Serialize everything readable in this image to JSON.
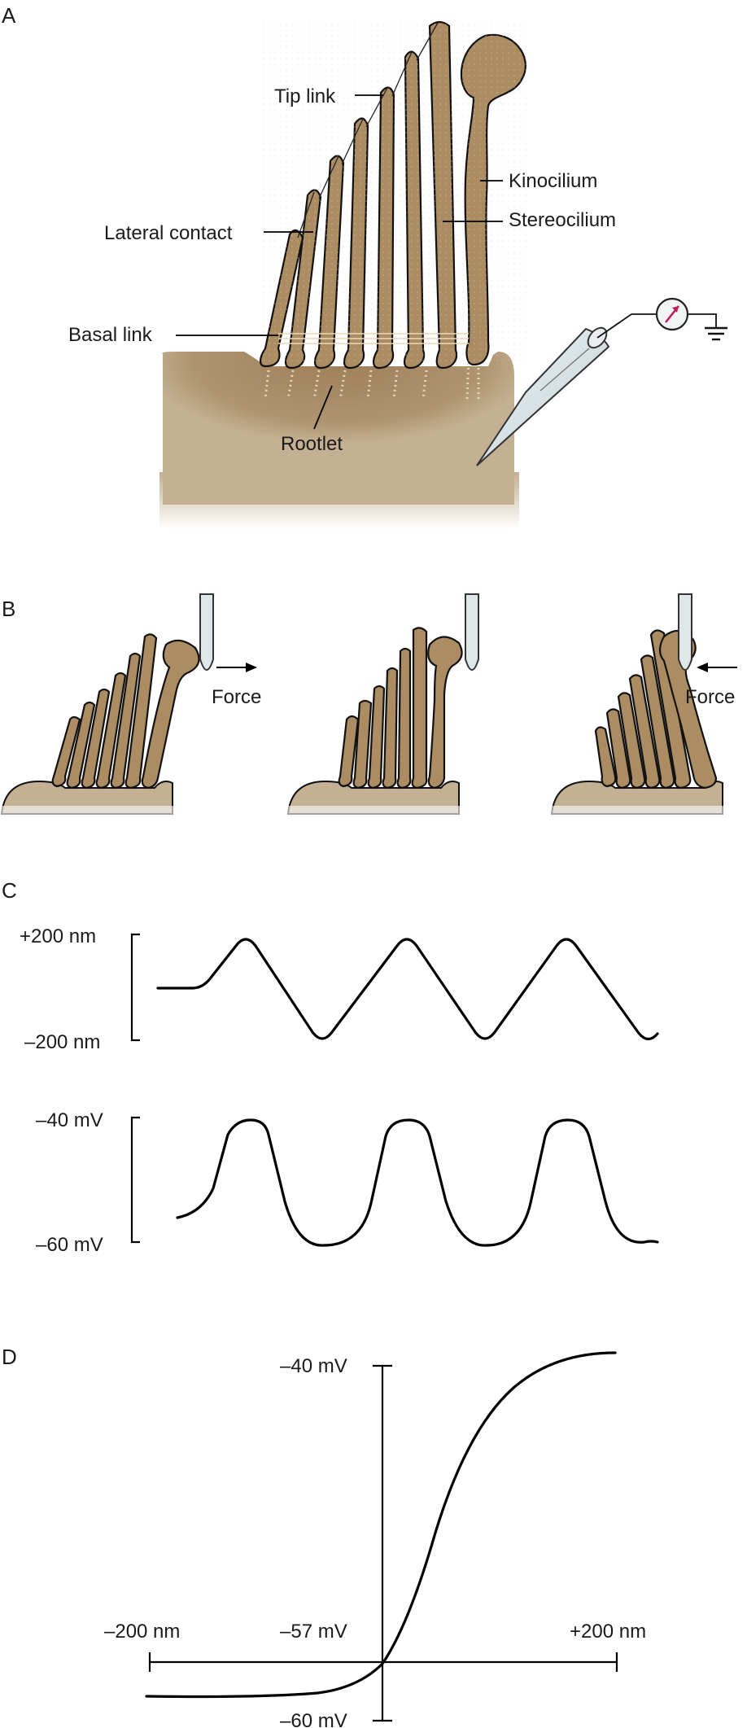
{
  "panels": {
    "a": "A",
    "b": "B",
    "c": "C",
    "d": "D"
  },
  "panel_a_labels": {
    "tip_link": "Tip link",
    "kinocilium": "Kinocilium",
    "lateral_contact": "Lateral contact",
    "stereocilium": "Stereocilium",
    "basal_link": "Basal link",
    "rootlet": "Rootlet"
  },
  "panel_b_labels": {
    "force_left": "Force",
    "force_right": "Force"
  },
  "panel_c": {
    "displacement_axis": {
      "top": "+200 nm",
      "bottom": "–200 nm"
    },
    "potential_axis": {
      "top": "–40 mV",
      "bottom": "–60 mV"
    }
  },
  "panel_d": {
    "x_left": "–200 nm",
    "x_right": "+200 nm",
    "y_top": "–40 mV",
    "origin": "–57 mV",
    "y_bottom": "–60 mV"
  },
  "colors": {
    "cilium": "#ab8c63",
    "cell_body": "#c4b092",
    "cell_dark": "#9c7f5a",
    "electrode": "#d8e2e4",
    "meter_needle": "#c0185a"
  }
}
